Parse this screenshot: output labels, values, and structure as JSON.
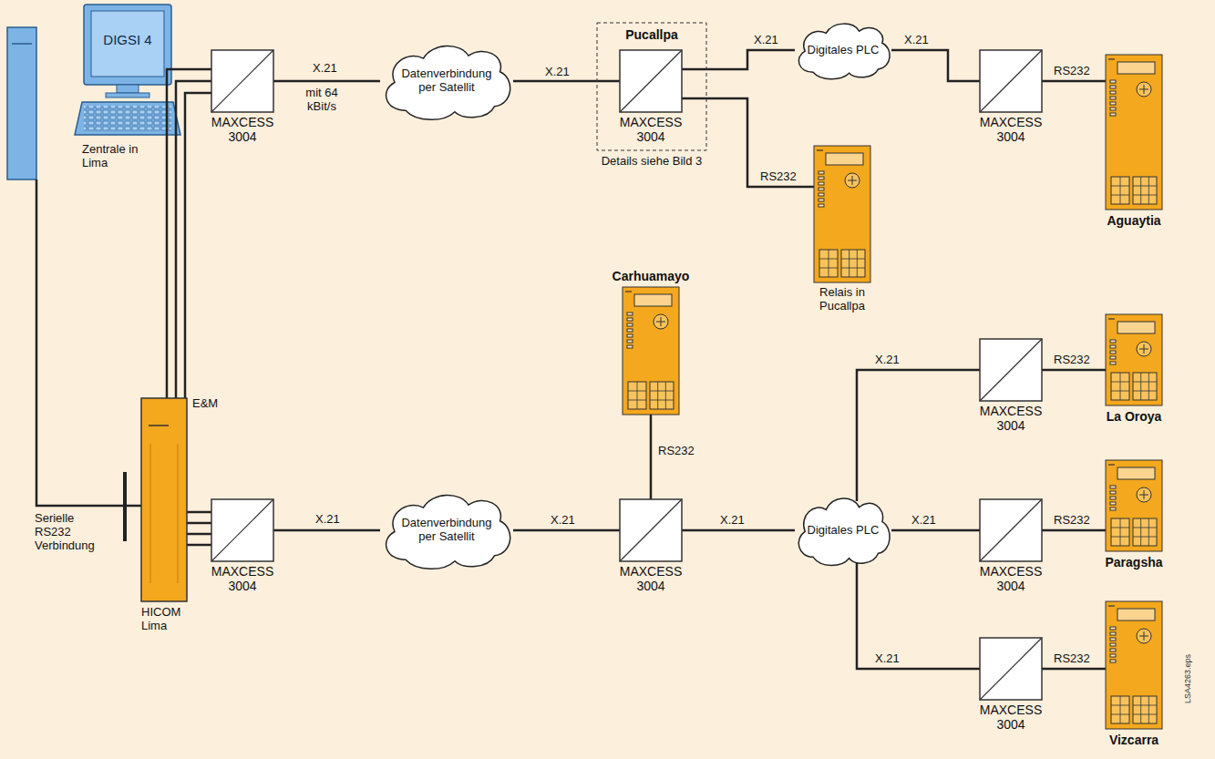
{
  "diagram": {
    "nodes": [
      {
        "text": [
          "DIGSI 4",
          "Zentrale in Lima"
        ]
      },
      {
        "text": [
          "E&M",
          "HICOM Lima"
        ]
      },
      {
        "text": [
          "MAXCESS 3004"
        ]
      },
      {
        "text": [
          "Datenverbindung per Satellit"
        ]
      },
      {
        "text": [
          "Pucallpa",
          "Details siehe Bild 3"
        ]
      },
      {
        "text": [
          "MAXCESS 3004"
        ],
        "in": 4
      },
      {
        "text": [
          "Digitales PLC"
        ]
      },
      {
        "text": [
          "MAXCESS 3004"
        ]
      },
      {
        "text": [
          "Aguaytia"
        ]
      },
      {
        "text": [
          "Relais in Pucallpa"
        ]
      },
      {
        "text": [
          "MAXCESS 3004"
        ]
      },
      {
        "text": [
          "Datenverbindung per Satellit"
        ]
      },
      {
        "text": [
          "Carhuamayo"
        ]
      },
      {
        "text": [
          "MAXCESS 3004"
        ]
      },
      {
        "text": [
          "Digitales PLC"
        ]
      },
      {
        "text": [
          "MAXCESS 3004"
        ]
      },
      {
        "text": [
          "La Oroya"
        ]
      },
      {
        "text": [
          "MAXCESS 3004"
        ]
      },
      {
        "text": [
          "Paragsha"
        ]
      },
      {
        "text": [
          "MAXCESS 3004"
        ]
      },
      {
        "text": [
          "Vizcarra"
        ]
      }
    ],
    "edges": [
      {
        "from": 0,
        "to": 1,
        "arrow": "none",
        "label": "Serielle RS232 Verbindung"
      },
      {
        "from": 1,
        "to": 2,
        "arrow": "none"
      },
      {
        "from": 2,
        "to": 3,
        "arrow": "none",
        "label": "X.21"
      },
      {
        "from": 3,
        "to": 5,
        "arrow": "none",
        "label": "X.21"
      },
      {
        "from": 5,
        "to": 6,
        "arrow": "none",
        "label": "X.21"
      },
      {
        "from": 6,
        "to": 7,
        "arrow": "none",
        "label": "X.21"
      },
      {
        "from": 7,
        "to": 8,
        "arrow": "none",
        "label": "RS232"
      },
      {
        "from": 5,
        "to": 9,
        "arrow": "none",
        "label": "RS232"
      },
      {
        "from": 1,
        "to": 10,
        "arrow": "none"
      },
      {
        "from": 10,
        "to": 11,
        "arrow": "none",
        "label": "X.21"
      },
      {
        "from": 11,
        "to": 13,
        "arrow": "none",
        "label": "X.21"
      },
      {
        "from": 13,
        "to": 12,
        "arrow": "none",
        "label": "RS232"
      },
      {
        "from": 13,
        "to": 14,
        "arrow": "none",
        "label": "X.21"
      },
      {
        "from": 14,
        "to": 15,
        "arrow": "none",
        "label": "X.21"
      },
      {
        "from": 15,
        "to": 16,
        "arrow": "none",
        "label": "RS232"
      },
      {
        "from": 14,
        "to": 17,
        "arrow": "none",
        "label": "X.21"
      },
      {
        "from": 17,
        "to": 18,
        "arrow": "none",
        "label": "RS232"
      },
      {
        "from": 14,
        "to": 19,
        "arrow": "none",
        "label": "X.21"
      },
      {
        "from": 19,
        "to": 20,
        "arrow": "none",
        "label": "RS232"
      }
    ],
    "labels": [
      "mit 64 kBit/s",
      "LSA4263.eps"
    ]
  }
}
